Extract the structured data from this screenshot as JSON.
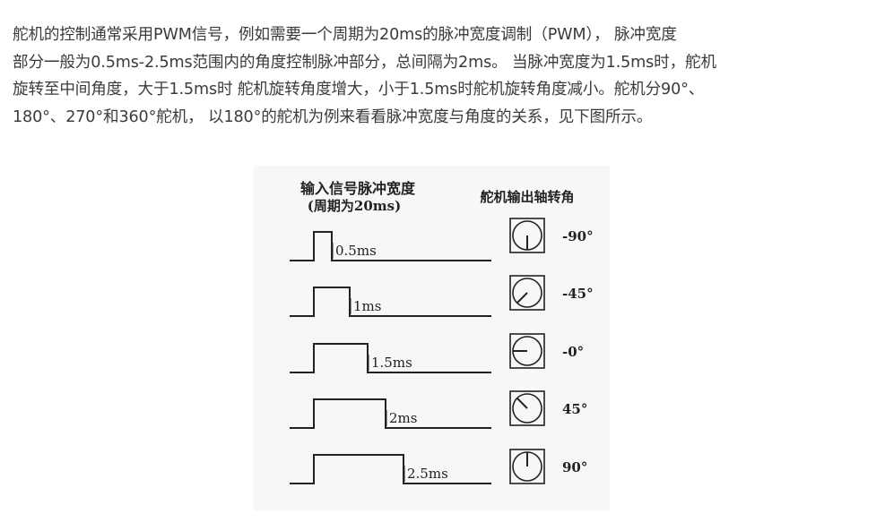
{
  "article": {
    "line1": "舵机的控制通常采用PWM信号，例如需要一个周期为20ms的脉冲宽度调制（PWM）， 脉冲宽度",
    "line2": "部分一般为0.5ms-2.5ms范围内的角度控制脉冲部分，总间隔为2ms。 当脉冲宽度为1.5ms时，舵机",
    "line3": "旋转至中间角度，大于1.5ms时 舵机旋转角度增大，小于1.5ms时舵机旋转角度减小。舵机分90°、",
    "line4": "180°、270°和360°舵机， 以180°的舵机为例来看看脉冲宽度与角度的关系，见下图所示。"
  },
  "figure": {
    "left_header_line1": "输入信号脉冲宽度",
    "left_header_line2": "(周期为20ms)",
    "right_header": "舵机输出轴转角",
    "rows": [
      {
        "pulse_label": "0.5ms",
        "pulse_ms": 0.5,
        "angle_label": "-90°",
        "angle_deg": -90
      },
      {
        "pulse_label": "1ms",
        "pulse_ms": 1.0,
        "angle_label": "-45°",
        "angle_deg": -45
      },
      {
        "pulse_label": "1.5ms",
        "pulse_ms": 1.5,
        "angle_label": "-0°",
        "angle_deg": 0
      },
      {
        "pulse_label": "2ms",
        "pulse_ms": 2.0,
        "angle_label": "45°",
        "angle_deg": 45
      },
      {
        "pulse_label": "2.5ms",
        "pulse_ms": 2.5,
        "angle_label": "90°",
        "angle_deg": 90
      }
    ]
  }
}
